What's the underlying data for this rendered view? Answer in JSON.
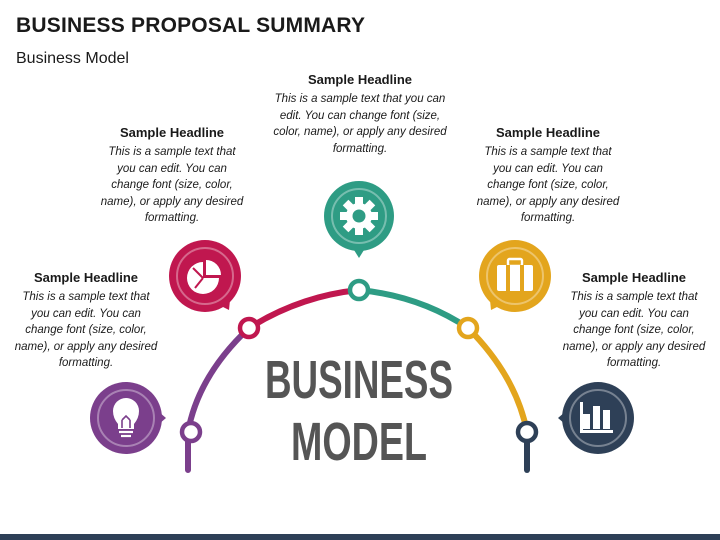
{
  "header": {
    "title": "BUSINESS PROPOSAL SUMMARY",
    "subtitle": "Business Model"
  },
  "center_text": {
    "line1": "BUSINESS",
    "line2": "MODEL"
  },
  "items": [
    {
      "headline": "Sample Headline",
      "body": "This is a sample text that you can edit. You can change font (size, color, name), or apply any desired formatting.",
      "icon": "lightbulb-icon",
      "color": "#7b3f8c"
    },
    {
      "headline": "Sample Headline",
      "body": "This is a sample text that you can edit. You can change font (size, color, name), or apply any desired formatting.",
      "icon": "pie-chart-icon",
      "color": "#c0174f"
    },
    {
      "headline": "Sample Headline",
      "body": "This is a sample text that you can edit. You can change font (size, color, name), or apply any desired formatting.",
      "icon": "gear-icon",
      "color": "#2e9c84"
    },
    {
      "headline": "Sample Headline",
      "body": "This is a sample text that you can edit. You can change font (size, color, name), or apply any desired formatting.",
      "icon": "briefcase-icon",
      "color": "#e3a51d"
    },
    {
      "headline": "Sample Headline",
      "body": "This is a sample text that you can edit. You can change font (size, color, name), or apply any desired formatting.",
      "icon": "bar-chart-icon",
      "color": "#2e4057"
    }
  ]
}
